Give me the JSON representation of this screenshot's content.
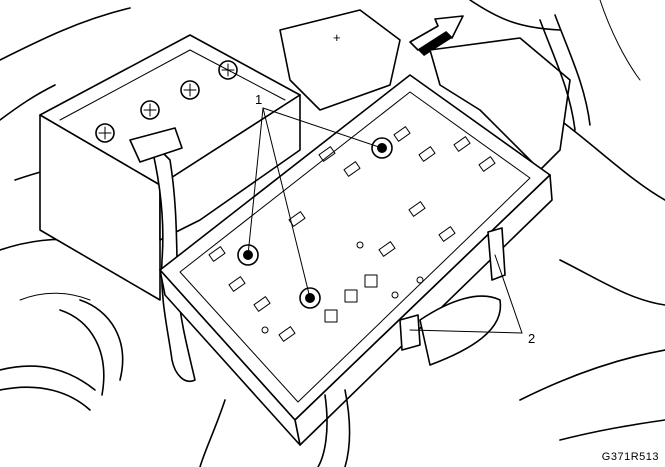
{
  "callouts": {
    "bolts_label": "1",
    "clips_label": "2"
  },
  "battery": {
    "polarity_symbol": "+"
  },
  "figure": {
    "code": "G371R513"
  },
  "colors": {
    "ink": "#000000",
    "paper": "#ffffff"
  }
}
